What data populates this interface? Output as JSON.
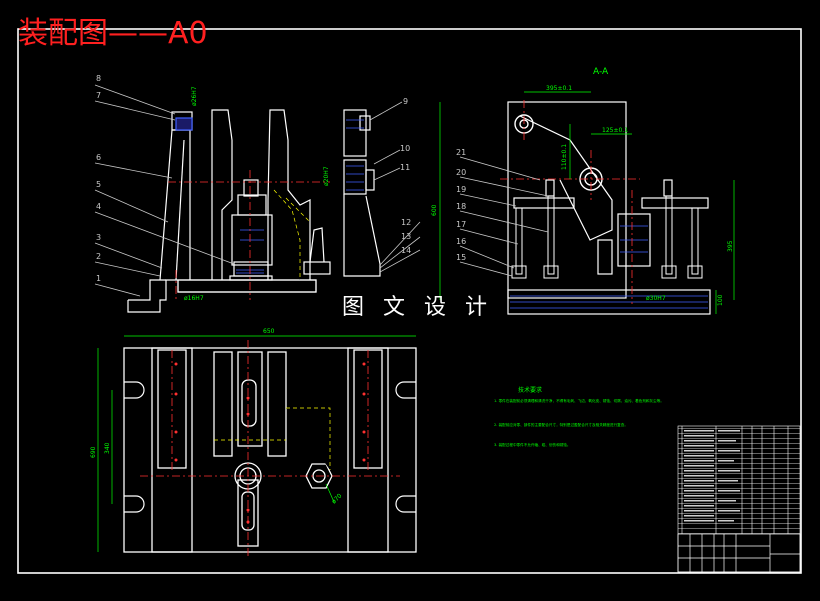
{
  "title": "装配图——A0",
  "watermark": "图 文 设 计",
  "section_label": "A-A",
  "part_numbers": [
    "1",
    "2",
    "3",
    "4",
    "5",
    "6",
    "7",
    "8",
    "9",
    "10",
    "11",
    "12",
    "13",
    "14",
    "15",
    "16",
    "17",
    "18",
    "19",
    "20",
    "21"
  ],
  "dimensions": {
    "front": [
      "ø26H7",
      "ø20H7",
      "ø16H7"
    ],
    "section": [
      "395±0.1",
      "125±0.1",
      "110±0.1",
      "600",
      "395",
      "100",
      "ø30H7"
    ],
    "plan": [
      "650",
      "690",
      "340",
      "ø70"
    ]
  },
  "notes_title": "技术要求",
  "notes": [
    "1. 零件在装配前必须清理和清洗干净，不得有毛刺、飞边、氧化皮、锈蚀、切屑、油污、着色剂和灰尘等。",
    "2. 装配前应对零、部件的主要配合尺寸，特别是过盈配合尺寸及相关精度进行复查。",
    "3. 装配过程中零件不允许磕、碰、划伤和锈蚀。"
  ],
  "colors": {
    "background": "#000000",
    "frame": "#ffffff",
    "title": "#ff2020",
    "outline": "#ffffff",
    "dimension": "#00ff00",
    "centerline": "#ff3030",
    "hidden": "#ffff00",
    "leader": "#c8c8c8"
  }
}
